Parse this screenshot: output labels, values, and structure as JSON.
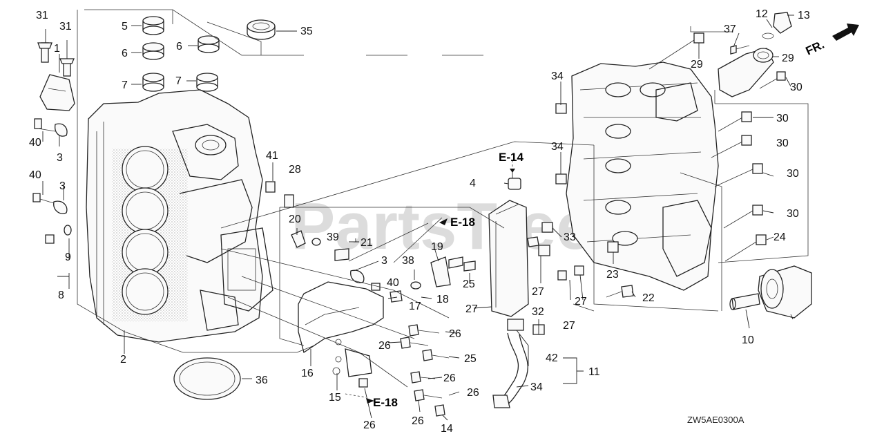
{
  "watermark": "PartsTree",
  "diagram_code": "ZW5AE0300A",
  "front_indicator": "FR.",
  "references": [
    "E-14",
    "E-18",
    "E-18"
  ],
  "callouts": [
    {
      "label": "31"
    },
    {
      "label": "31"
    },
    {
      "label": "1"
    },
    {
      "label": "5"
    },
    {
      "label": "6"
    },
    {
      "label": "6"
    },
    {
      "label": "7"
    },
    {
      "label": "7"
    },
    {
      "label": "35"
    },
    {
      "label": "40"
    },
    {
      "label": "3"
    },
    {
      "label": "40"
    },
    {
      "label": "3"
    },
    {
      "label": "9"
    },
    {
      "label": "8"
    },
    {
      "label": "2"
    },
    {
      "label": "36"
    },
    {
      "label": "41"
    },
    {
      "label": "28"
    },
    {
      "label": "20"
    },
    {
      "label": "39"
    },
    {
      "label": "21"
    },
    {
      "label": "3"
    },
    {
      "label": "38"
    },
    {
      "label": "40"
    },
    {
      "label": "17"
    },
    {
      "label": "18"
    },
    {
      "label": "19"
    },
    {
      "label": "25"
    },
    {
      "label": "26"
    },
    {
      "label": "26"
    },
    {
      "label": "25"
    },
    {
      "label": "16"
    },
    {
      "label": "15"
    },
    {
      "label": "26"
    },
    {
      "label": "26"
    },
    {
      "label": "26"
    },
    {
      "label": "26"
    },
    {
      "label": "14"
    },
    {
      "label": "4"
    },
    {
      "label": "27"
    },
    {
      "label": "27"
    },
    {
      "label": "27"
    },
    {
      "label": "27"
    },
    {
      "label": "32"
    },
    {
      "label": "42"
    },
    {
      "label": "11"
    },
    {
      "label": "34"
    },
    {
      "label": "34"
    },
    {
      "label": "34"
    },
    {
      "label": "33"
    },
    {
      "label": "23"
    },
    {
      "label": "22"
    },
    {
      "label": "29"
    },
    {
      "label": "37"
    },
    {
      "label": "12"
    },
    {
      "label": "13"
    },
    {
      "label": "29"
    },
    {
      "label": "30"
    },
    {
      "label": "30"
    },
    {
      "label": "30"
    },
    {
      "label": "30"
    },
    {
      "label": "30"
    },
    {
      "label": "24"
    },
    {
      "label": "10"
    }
  ]
}
